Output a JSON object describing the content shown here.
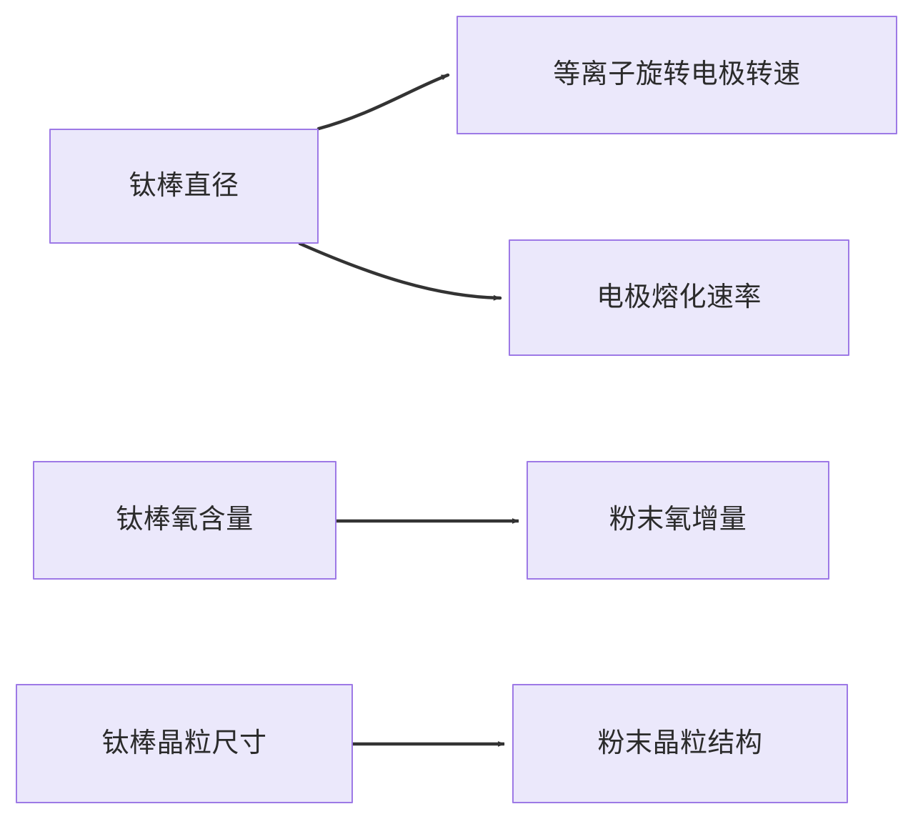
{
  "diagram": {
    "type": "flowchart",
    "direction": "left-to-right",
    "background_color": "#ffffff",
    "node_fill_color": "#ebe8fb",
    "node_border_color": "#9d79e6",
    "node_text_color": "#2b2b2b",
    "edge_color": "#333333",
    "nodes": [
      {
        "id": "rod-diameter",
        "label": "钛棒直径"
      },
      {
        "id": "electrode-speed",
        "label": "等离子旋转电极转速"
      },
      {
        "id": "melting-rate",
        "label": "电极熔化速率"
      },
      {
        "id": "rod-oxygen",
        "label": "钛棒氧含量"
      },
      {
        "id": "powder-oxygen",
        "label": "粉末氧增量"
      },
      {
        "id": "rod-grain-size",
        "label": "钛棒晶粒尺寸"
      },
      {
        "id": "powder-grain-structure",
        "label": "粉末晶粒结构"
      }
    ],
    "edges": [
      {
        "from": "rod-diameter",
        "to": "electrode-speed",
        "style": "curved",
        "arrow": "end"
      },
      {
        "from": "rod-diameter",
        "to": "melting-rate",
        "style": "curved",
        "arrow": "end"
      },
      {
        "from": "rod-oxygen",
        "to": "powder-oxygen",
        "style": "straight",
        "arrow": "end"
      },
      {
        "from": "rod-grain-size",
        "to": "powder-grain-structure",
        "style": "straight",
        "arrow": "end"
      }
    ]
  }
}
